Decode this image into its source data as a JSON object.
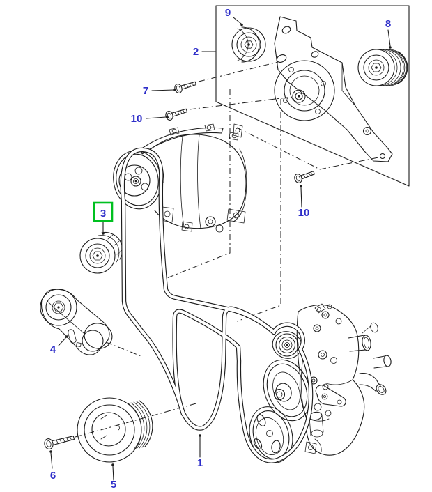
{
  "diagram": {
    "description": "Exploded parts line-drawing of an engine accessory drive: serpentine belt, pulleys, tensioner, A/C compressor, pulley bracket assembly and water pump housing",
    "style": {
      "background": "#ffffff",
      "line_color": "#1c1c1c",
      "label_color": "#2e2ec9",
      "highlight_color": "#00c020"
    },
    "callouts": {
      "c1": {
        "label": "1",
        "part": "accessory-drive-belt"
      },
      "c2": {
        "label": "2",
        "part": "pulley-bracket-assembly"
      },
      "c3": {
        "label": "3",
        "part": "idler-pulley-highlighted"
      },
      "c4": {
        "label": "4",
        "part": "belt-tensioner"
      },
      "c5": {
        "label": "5",
        "part": "crankshaft-pulley"
      },
      "c6": {
        "label": "6",
        "part": "crankshaft-pulley-bolt"
      },
      "c7": {
        "label": "7",
        "part": "bracket-bolt"
      },
      "c8": {
        "label": "8",
        "part": "grooved-idler-pulley"
      },
      "c9": {
        "label": "9",
        "part": "smooth-idler-pulley"
      },
      "c10a": {
        "label": "10",
        "part": "mounting-bolt"
      },
      "c10b": {
        "label": "10",
        "part": "mounting-bolt"
      }
    },
    "highlighted_callout": "c3"
  }
}
